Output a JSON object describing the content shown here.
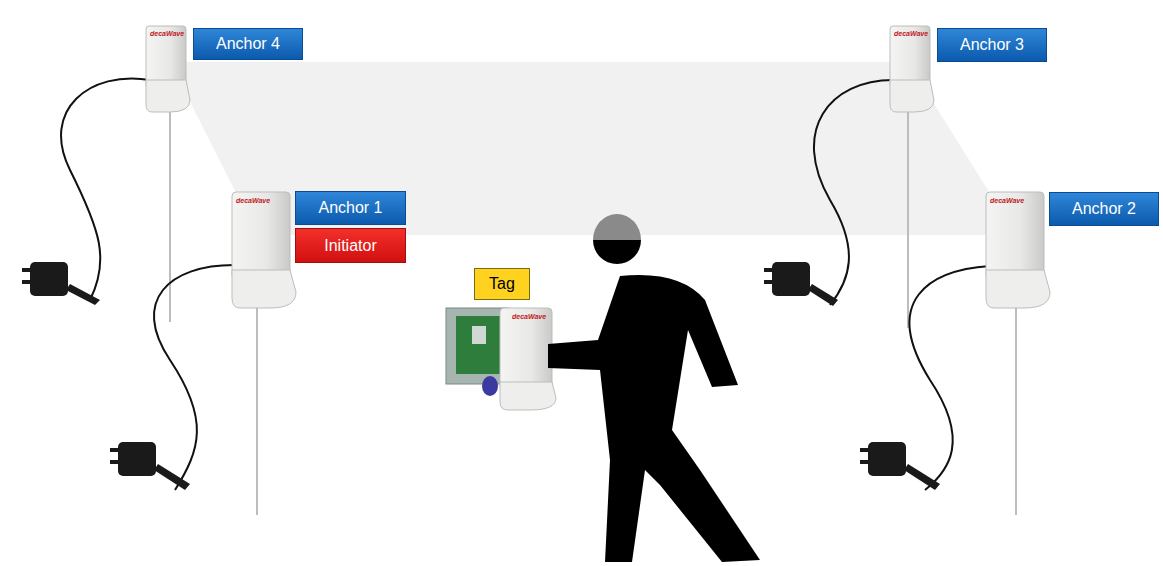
{
  "diagram": {
    "nodes": [
      {
        "text": [
          "Anchor 4"
        ]
      },
      {
        "text": [
          "Anchor 3"
        ]
      },
      {
        "text": [
          "Anchor 1"
        ]
      },
      {
        "text": [
          "Initiator"
        ]
      },
      {
        "text": [
          "Anchor 2"
        ]
      },
      {
        "text": [
          "Tag"
        ]
      }
    ],
    "labels": [
      "decaWave",
      "decaWave",
      "decaWave",
      "decaWave",
      "decaWave"
    ]
  }
}
